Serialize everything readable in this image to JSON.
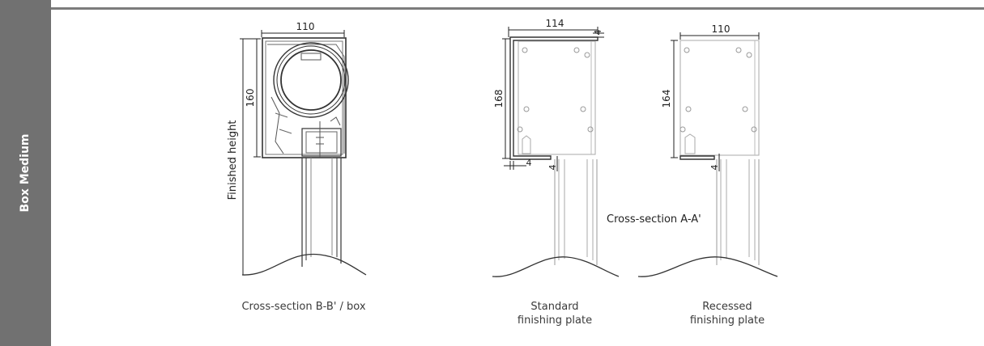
{
  "sidebar": {
    "title": "Box Medium"
  },
  "box_section": {
    "width_dim": "110",
    "height_dim": "160",
    "finished_height_label": "Finished height",
    "caption": "Cross-section B-B' / box"
  },
  "standard_plate": {
    "width_dim": "114",
    "top_thickness_dim": "4",
    "height_dim": "168",
    "left_thickness_dim": "4",
    "bottom_thickness_dim": "4",
    "caption_line1": "Standard",
    "caption_line2": "finishing plate"
  },
  "recessed_plate": {
    "width_dim": "110",
    "height_dim": "164",
    "bottom_thickness_dim": "4",
    "caption_line1": "Recessed",
    "caption_line2": "finishing plate"
  },
  "section_label": "Cross-section A-A'",
  "colors": {
    "sidebar": "#717171",
    "rule": "#7c7c7c",
    "line": "#333333",
    "light": "#b5b5b5"
  }
}
